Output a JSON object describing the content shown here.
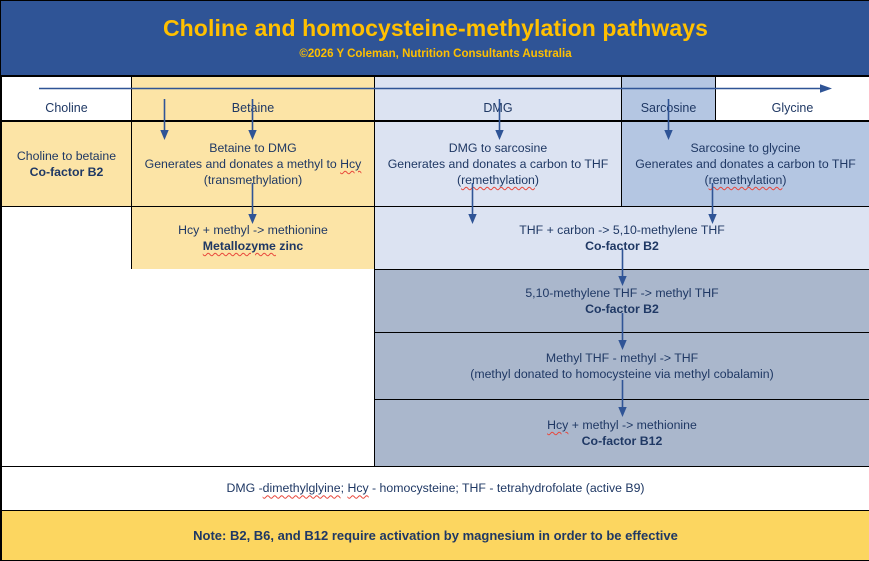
{
  "title": {
    "main": "Choline and homocysteine-methylation pathways",
    "copyright": "©2026 Y Coleman, Nutrition Consultants Australia",
    "band_color": "#2f5496",
    "text_color": "#ffc000"
  },
  "colors": {
    "yellow": "#fce4a6",
    "light_blue": "#dce3f2",
    "medium_blue": "#b4c6e2",
    "gray_blue": "#aab7cc",
    "gold_note": "#fcd660",
    "arrow": "#2f5496",
    "text": "#1f3864",
    "border": "#000000"
  },
  "pathway_header": {
    "labels": [
      "Choline",
      "Betaine",
      "DMG",
      "Sarcosine",
      "Glycine"
    ],
    "arrow": "right-arrow-spanning-pathway"
  },
  "steps_row": [
    {
      "id": "choline-to-betaine",
      "lines": [
        {
          "text": "Choline to betaine",
          "bold": false
        },
        {
          "text": "Co-factor B2",
          "bold": true
        }
      ]
    },
    {
      "id": "betaine-to-dmg",
      "lines": [
        {
          "text": "Betaine to DMG",
          "bold": false
        },
        {
          "text": "Generates and donates a methyl to Hcy",
          "bold": false,
          "spell_word": "Hcy"
        },
        {
          "text": "(transmethylation)",
          "bold": false
        }
      ]
    },
    {
      "id": "dmg-to-sarcosine",
      "lines": [
        {
          "text": "DMG to sarcosine",
          "bold": false
        },
        {
          "text": "Generates and donates a carbon to THF",
          "bold": false
        },
        {
          "text": "(remethylation)",
          "bold": false,
          "spell_word": "remethylation"
        }
      ]
    },
    {
      "id": "sarcosine-to-glycine",
      "lines": [
        {
          "text": "Sarcosine to glycine",
          "bold": false
        },
        {
          "text": "Generates and donates a carbon to THF",
          "bold": false
        },
        {
          "text": "(remethylation)",
          "bold": false,
          "spell_word": "remethylation"
        }
      ]
    }
  ],
  "reaction_rows": [
    {
      "id": "hcy-methyl-methionine-zinc",
      "lines": [
        {
          "text": "Hcy + methyl -> methionine",
          "bold": false
        },
        {
          "text": "Metallozyme zinc",
          "bold": true,
          "spell_word": "Metallozyme"
        }
      ]
    },
    {
      "id": "thf-carbon-methylene",
      "lines": [
        {
          "text": "THF + carbon -> 5,10-methylene THF",
          "bold": false
        },
        {
          "text": "Co-factor B2",
          "bold": true
        }
      ]
    },
    {
      "id": "methylene-to-methyl-thf",
      "lines": [
        {
          "text": "5,10-methylene THF -> methyl THF",
          "bold": false
        },
        {
          "text": "Co-factor B2",
          "bold": true
        }
      ]
    },
    {
      "id": "methyl-thf-to-thf",
      "lines": [
        {
          "text": "Methyl THF - methyl -> THF",
          "bold": false
        },
        {
          "text": "(methyl donated to homocysteine via methyl cobalamin)",
          "bold": false
        }
      ]
    },
    {
      "id": "hcy-methyl-methionine-b12",
      "lines": [
        {
          "text": "Hcy + methyl -> methionine",
          "bold": false,
          "spell_word": "Hcy"
        },
        {
          "text": "Co-factor B12",
          "bold": true
        }
      ]
    }
  ],
  "legend": "DMG -dimethylglyine; Hcy - homocysteine; THF - tetrahydrofolate (active B9)",
  "note": "Note: B2, B6, and B12 require activation by magnesium in order to be effective"
}
